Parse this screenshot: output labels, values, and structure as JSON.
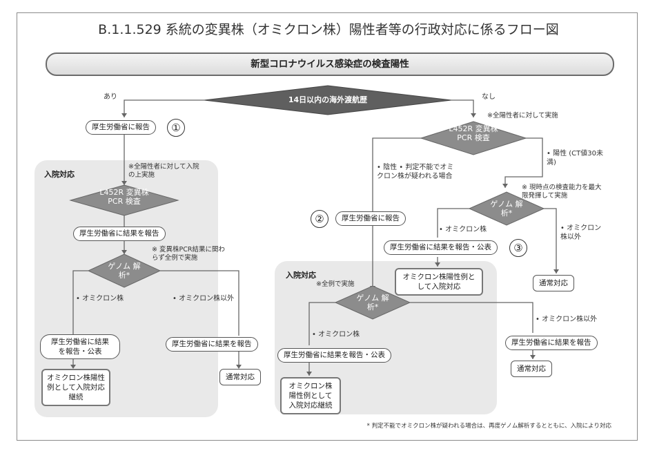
{
  "title": "B.1.1.529 系統の変異株（オミクロン株）陽性者等の行政対応に係るフロー図",
  "banner": "新型コロナウイルス感染症の検査陽性",
  "travel_diamond": "14日以内の海外渡航歴",
  "branch_yes": "あり",
  "branch_no": "なし",
  "left": {
    "report_1": "厚生労働省に報告",
    "marker_1": "①",
    "panel_label": "入院対応",
    "pcr_note": "※全陽性者に対して入院の上実施",
    "pcr_diamond": "L452R 変異株PCR 検査",
    "report_result": "厚生労働省に結果を報告",
    "genome_note": "※ 変異株PCR結果に関わらず全例で実施",
    "genome_diamond": "ゲノム 解析*",
    "omicron": "• オミクロン株",
    "non_omicron": "• オミクロン株以外",
    "report_publish": "厚生労働省に結果を報告・公表",
    "report_result2": "厚生労働省に結果を報告",
    "continue_hosp": "オミクロン株陽性例として入院対応継続",
    "normal": "通常対応"
  },
  "right": {
    "pcr_note": "※全陽性者に対して実施",
    "pcr_diamond": "L452R 変異株PCR 検査",
    "negative": "• 陰性 • 判定不能でオミクロン株が疑われる場合",
    "positive": "• 陽性 (CT値30未満)",
    "genome_note": "※ 現時点の検査能力を最大限発揮して実施",
    "marker_2": "②",
    "report_2": "厚生労働省に報告",
    "genome_diamond": "ゲノム 解析*",
    "omicron": "• オミクロン株",
    "non_omicron": "• オミクロン株以外",
    "report_publish": "厚生労働省に結果を報告・公表",
    "marker_3": "③",
    "omicron_hosp": "オミクロン株陽性例として入院対応",
    "normal": "通常対応"
  },
  "center": {
    "panel_label": "入院対応",
    "all_cases_note": "※全例で実施",
    "genome_diamond": "ゲノム 解析*",
    "omicron": "• オミクロン株",
    "non_omicron": "• オミクロン株以外",
    "report_publish": "厚生労働省に結果を報告・公表",
    "report_result": "厚生労働省に結果を報告",
    "continue_hosp": "オミクロン株陽性例として入院対応継続",
    "normal": "通常対応"
  },
  "footnote": "* 判定不能でオミクロン株が疑われる場合は、再度ゲノム解析するとともに、入院により対応",
  "colors": {
    "diamond_dark": "#5f5f5f",
    "diamond_mid": "#8c8c8c",
    "panel": "#e9e9e9"
  }
}
